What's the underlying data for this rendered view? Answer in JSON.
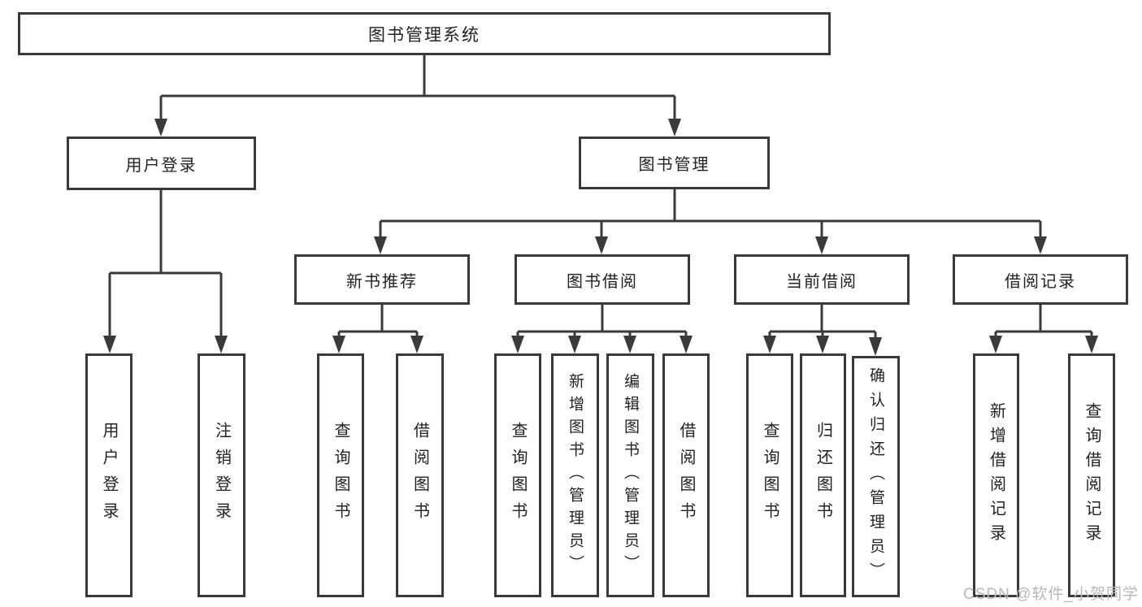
{
  "watermark": "CSDN @软件_小贺同学",
  "colors": {
    "line": "#3a3a3a",
    "text": "#222222",
    "watermark": "#b8b8b8"
  },
  "nodes": {
    "root": {
      "label": "图书管理系统"
    },
    "user_login": {
      "label": "用户登录"
    },
    "book_mgmt": {
      "label": "图书管理"
    },
    "new_books": {
      "label": "新书推荐"
    },
    "book_borrow": {
      "label": "图书借阅"
    },
    "current_borrow": {
      "label": "当前借阅"
    },
    "borrow_records": {
      "label": "借阅记录"
    },
    "leaf_user_login": {
      "label": "用户登录"
    },
    "leaf_logout": {
      "label": "注销登录"
    },
    "leaf_nb_query": {
      "label": "查询图书"
    },
    "leaf_nb_borrow": {
      "label": "借阅图书"
    },
    "leaf_bb_query": {
      "label": "查询图书"
    },
    "leaf_bb_add": {
      "label": "新增图书（管理员）"
    },
    "leaf_bb_edit": {
      "label": "编辑图书（管理员）"
    },
    "leaf_bb_borrow": {
      "label": "借阅图书"
    },
    "leaf_cb_query": {
      "label": "查询图书"
    },
    "leaf_cb_return": {
      "label": "归还图书"
    },
    "leaf_cb_confirm": {
      "label": "确认归还（管理员）"
    },
    "leaf_br_add": {
      "label": "新增借阅记录"
    },
    "leaf_br_query": {
      "label": "查询借阅记录"
    }
  }
}
